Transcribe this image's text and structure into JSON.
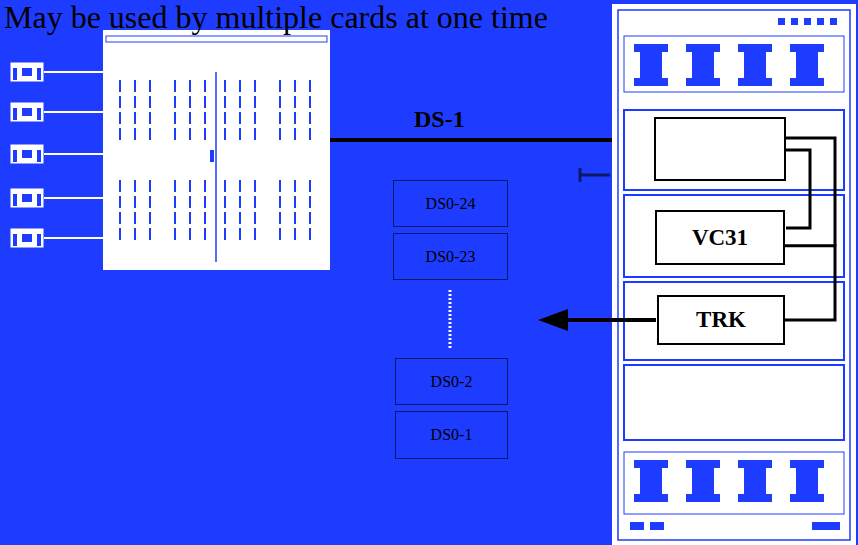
{
  "diagram": {
    "title": "May be used by multiple cards at one time",
    "nodes": [
      {
        "text": [
          "DS0-24"
        ]
      },
      {
        "text": [
          "DS0-23"
        ]
      },
      {
        "text": [
          "DS0-2"
        ]
      },
      {
        "text": [
          "DS0-1"
        ]
      },
      {
        "text": [
          "VC31"
        ]
      },
      {
        "text": [
          "TRK"
        ]
      }
    ],
    "edges": [
      {
        "from": 4,
        "to": 5,
        "arrow": "none"
      }
    ],
    "labels": [
      "DS-1"
    ]
  }
}
